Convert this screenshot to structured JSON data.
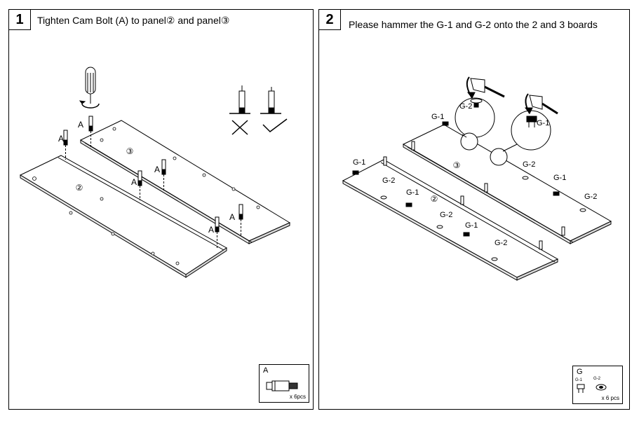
{
  "step1": {
    "number": "1",
    "title": "Tighten Cam Bolt (A) to panel② and panel③",
    "labels": {
      "bolt": "A",
      "panel2": "②",
      "panel3": "③"
    },
    "legend": {
      "code": "A",
      "qty": "x 6pcs"
    }
  },
  "step2": {
    "number": "2",
    "title": "Please hammer the G-1 and G-2 onto the 2 and 3 boards",
    "labels": {
      "g1": "G-1",
      "g2": "G-2",
      "panel2": "②",
      "panel3": "③"
    },
    "legend": {
      "code": "G",
      "g1": "G-1",
      "g2": "G-2",
      "qty": "x 6 pcs"
    }
  }
}
